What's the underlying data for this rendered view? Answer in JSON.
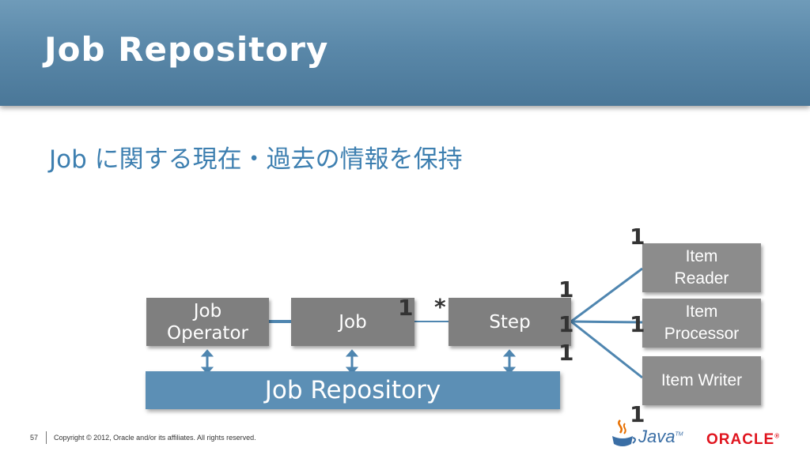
{
  "slide": {
    "title": "Job Repository",
    "subtitle": "Job に関する現在・過去の情報を保持"
  },
  "diagram": {
    "boxes": {
      "job_operator": "Job\nOperator",
      "job": "Job",
      "step": "Step",
      "item_reader": "Item\nReader",
      "item_processor": "Item\nProcessor",
      "item_writer": "Item Writer",
      "job_repository": "Job Repository"
    },
    "multiplicities": {
      "job_side": "1",
      "step_side": "*",
      "step_reader": "1",
      "reader": "1",
      "step_processor": "1",
      "processor": "1",
      "step_writer": "1",
      "writer": "1"
    },
    "colors": {
      "box": "#7f7f7f",
      "repository": "#5c8fb5",
      "connector": "#4f86b0",
      "title_bar": "#5a88a9",
      "subtitle": "#3d7fb0"
    }
  },
  "footer": {
    "page_number": "57",
    "copyright": "Copyright © 2012, Oracle and/or its affiliates. All rights reserved.",
    "java_logo": "Java",
    "java_tm": "TM",
    "oracle_logo": "ORACLE",
    "oracle_mark": "®"
  }
}
